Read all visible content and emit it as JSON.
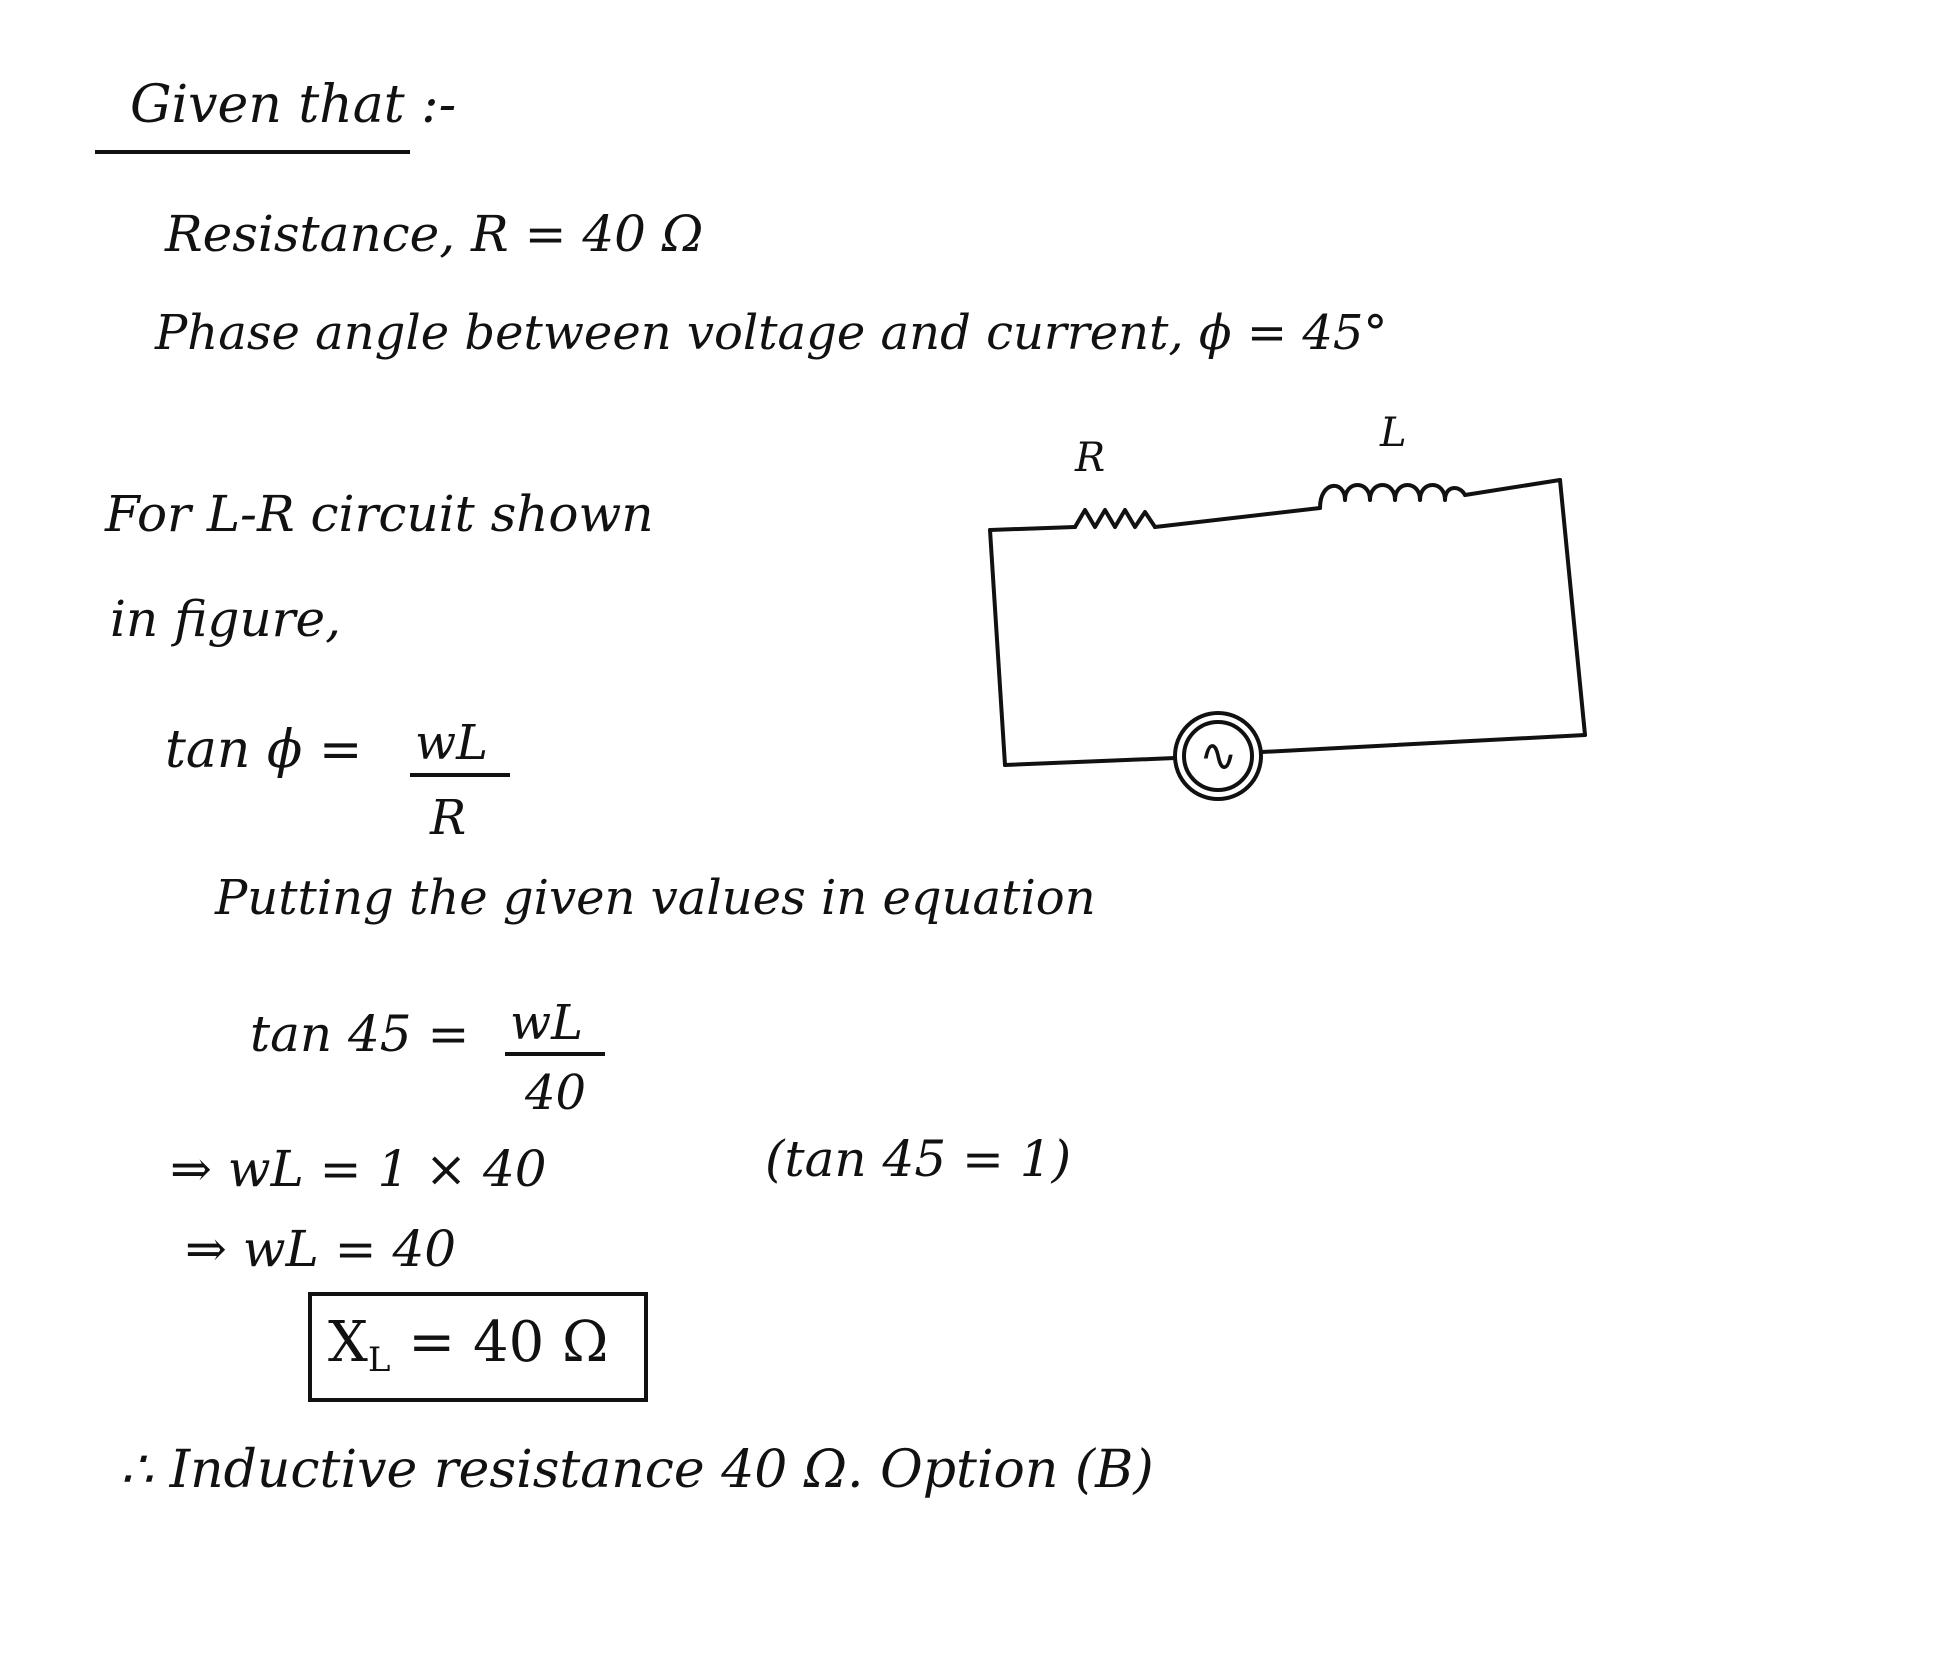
{
  "heading": "Given that :-",
  "given": {
    "resistance": "Resistance, R = 40 Ω",
    "phase_angle": "Phase angle between voltage and current, ϕ = 45°"
  },
  "circuit_intro": {
    "line1": "For L-R circuit shown",
    "line2": "in figure,"
  },
  "circuit": {
    "resistor_label": "R",
    "inductor_label": "L",
    "source_symbol": "∿"
  },
  "formula": {
    "lhs": "tan ϕ =",
    "numerator": "wL",
    "denominator": "R"
  },
  "substitution_intro": "Putting the given values in equation",
  "substitution": {
    "lhs": "tan 45 =",
    "numerator": "wL",
    "denominator": "40"
  },
  "steps": {
    "step1": "⇒ wL = 1 × 40",
    "note": "(tan 45 = 1)",
    "step2": "⇒ wL = 40"
  },
  "answer": {
    "symbol": "X",
    "subscript": "L",
    "value": "= 40 Ω"
  },
  "conclusion": "∴ Inductive resistance 40 Ω. Option (B)"
}
